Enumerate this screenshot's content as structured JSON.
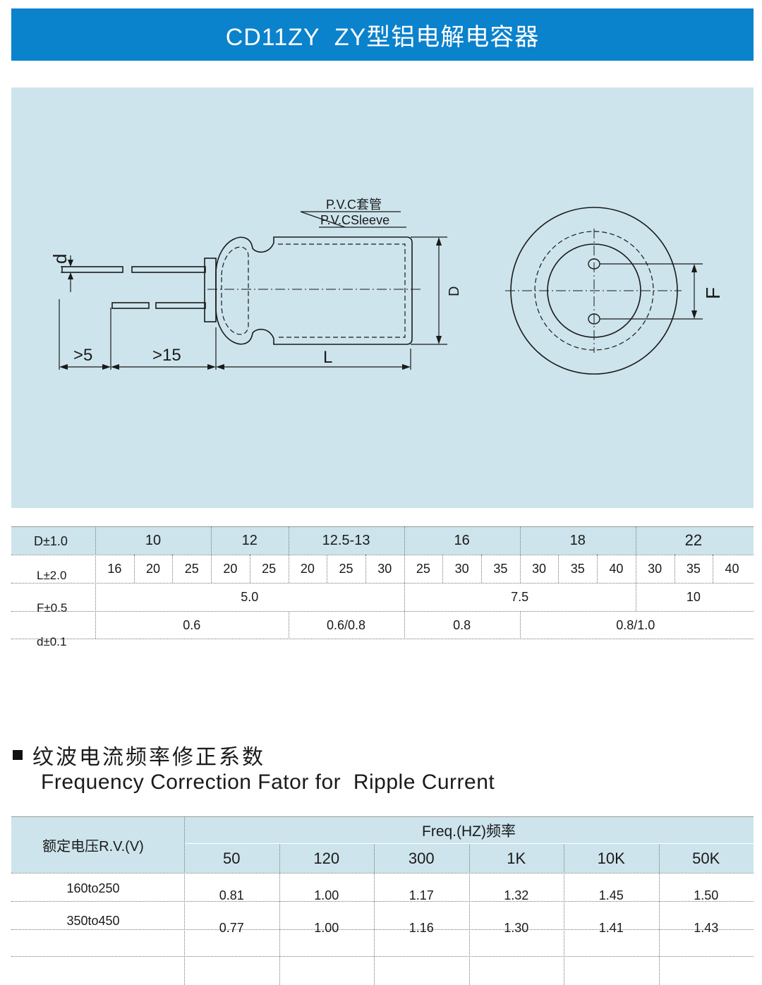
{
  "header": {
    "title": "CD11ZY  ZY型铝电解电容器"
  },
  "drawing": {
    "pvc_cn": "P.V.C套管",
    "pvc_en": "P.V.CSleeve",
    "dim_d": "d",
    "dim_D": "D",
    "dim_L": "L",
    "dim_F": "F",
    "dim_gt5": ">5",
    "dim_gt15": ">15"
  },
  "dimensions": {
    "labels": {
      "D": "D±1.0",
      "L": "L±2.0",
      "F": "F±0.5",
      "d": "d±0.1"
    },
    "D_groups": [
      "10",
      "12",
      "12.5-13",
      "16",
      "18",
      "22"
    ],
    "L_values": [
      "16",
      "20",
      "25",
      "20",
      "25",
      "20",
      "25",
      "30",
      "25",
      "30",
      "35",
      "30",
      "35",
      "40",
      "30",
      "35",
      "40"
    ],
    "F_values": [
      "5.0",
      "7.5",
      "10"
    ],
    "d_values": [
      "0.6",
      "0.6/0.8",
      "0.8",
      "0.8/1.0"
    ]
  },
  "ripple": {
    "title_cn": "纹波电流频率修正系数",
    "title_en": "Frequency Correction Fator for  Ripple Current",
    "rv_header": "额定电压R.V.(V)",
    "freq_header": "Freq.(HZ)频率",
    "freqs": [
      "50",
      "120",
      "300",
      "1K",
      "10K",
      "50K"
    ],
    "rows": [
      {
        "rv": "160to250",
        "values": [
          "0.81",
          "1.00",
          "1.17",
          "1.32",
          "1.45",
          "1.50"
        ]
      },
      {
        "rv": "350to450",
        "values": [
          "0.77",
          "1.00",
          "1.16",
          "1.30",
          "1.41",
          "1.43"
        ]
      }
    ]
  },
  "colors": {
    "header_bg": "#0a82cc",
    "panel_bg": "#cde4ec"
  }
}
